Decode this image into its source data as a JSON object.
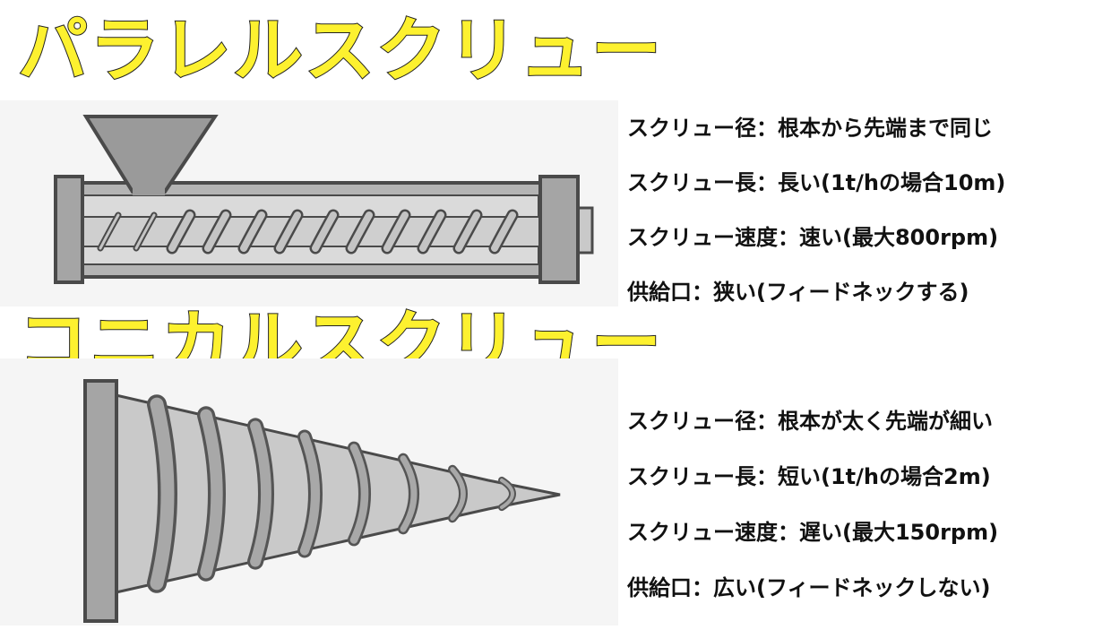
{
  "parallel": {
    "title": "パラレルスクリュー",
    "specs": [
      "スクリュー径：根本から先端まで同じ",
      "スクリュー長：長い(1t/hの場合10m)",
      "スクリュー速度：速い(最大800rpm)",
      "供給口：狭い(フィードネックする)"
    ]
  },
  "conical": {
    "title": "コニカルスクリュー",
    "specs": [
      "スクリュー径：根本が太く先端が細い",
      "スクリュー長：短い(1t/hの場合2m)",
      "スクリュー速度：遅い(最大150rpm)",
      "供給口：広い(フィードネックしない)"
    ]
  },
  "colors": {
    "title_fill": "#fdf12f",
    "title_outline": "#222222",
    "metal_light": "#c9c9c9",
    "metal_dark": "#8e8e8e",
    "outline": "#4a4a4a"
  }
}
